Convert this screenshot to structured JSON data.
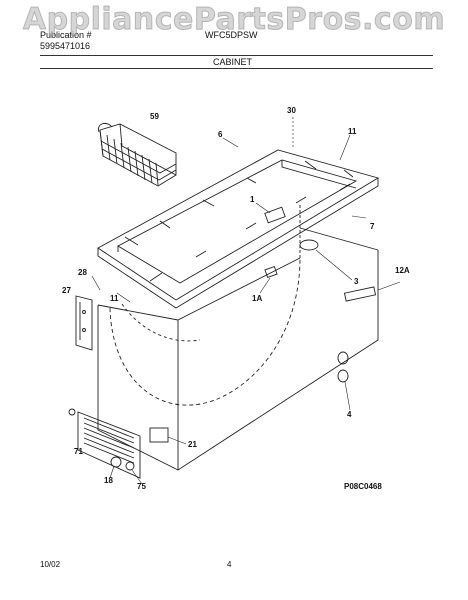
{
  "header": {
    "publication_label": "Publication #",
    "publication_no": "5995471016",
    "model_label": "WFC5DPSW",
    "section_title": "CABINET",
    "watermark": "AppliancePartsPros.com"
  },
  "callouts": [
    "59",
    "30",
    "6",
    "11",
    "1",
    "7",
    "3",
    "12A",
    "28",
    "27",
    "11",
    "1A",
    "4",
    "21",
    "71",
    "18",
    "75"
  ],
  "figure_code": "P08C0468",
  "footer": {
    "date": "10/02",
    "page": "4"
  }
}
